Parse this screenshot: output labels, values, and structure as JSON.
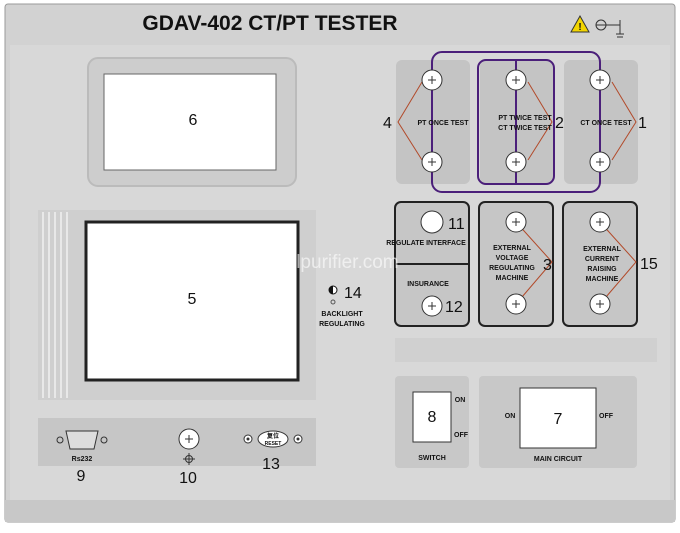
{
  "title": "GDAV-402  CT/PT TESTER",
  "watermark": "hyoilpurifier.com",
  "icons": [
    "warning-icon",
    "ground-icon",
    "terminal-plus-icon",
    "db9-port-icon",
    "fuse-icon",
    "knob-icon"
  ],
  "colors": {
    "panel": "#d4d4d4",
    "module": "#c4c4c4",
    "bracket": "#4b1f7a",
    "wire": "#b24a2a"
  },
  "labels": {
    "pt_once": "PT ONCE TEST",
    "pt_twice": "PT TWICE TEST",
    "ct_twice": "CT TWICE TEST",
    "ct_once": "CT ONCE TEST",
    "regulate": "REGULATE INTERFACE",
    "insurance": "INSURANCE",
    "ext_volt": [
      "EXTERNAL",
      "VOLTAGE",
      "REGULATING",
      "MACHINE"
    ],
    "ext_curr": [
      "EXTERNAL",
      "CURRENT",
      "RAISING",
      "MACHINE"
    ],
    "backlight": [
      "BACKLIGHT",
      "REGULATING"
    ],
    "switch": "SWITCH",
    "switch_on": "ON",
    "switch_off": "OFF",
    "main_circuit": "MAIN CIRCUIT",
    "main_on": "ON",
    "main_off": "OFF",
    "rs232": "Rs232",
    "reset_cn": "复位",
    "reset": "RESET"
  },
  "numbers": {
    "n1": "1",
    "n2": "2",
    "n3": "3",
    "n4": "4",
    "n5": "5",
    "n6": "6",
    "n7": "7",
    "n8": "8",
    "n9": "9",
    "n10": "10",
    "n11": "11",
    "n12": "12",
    "n13": "13",
    "n14": "14",
    "n15": "15"
  }
}
